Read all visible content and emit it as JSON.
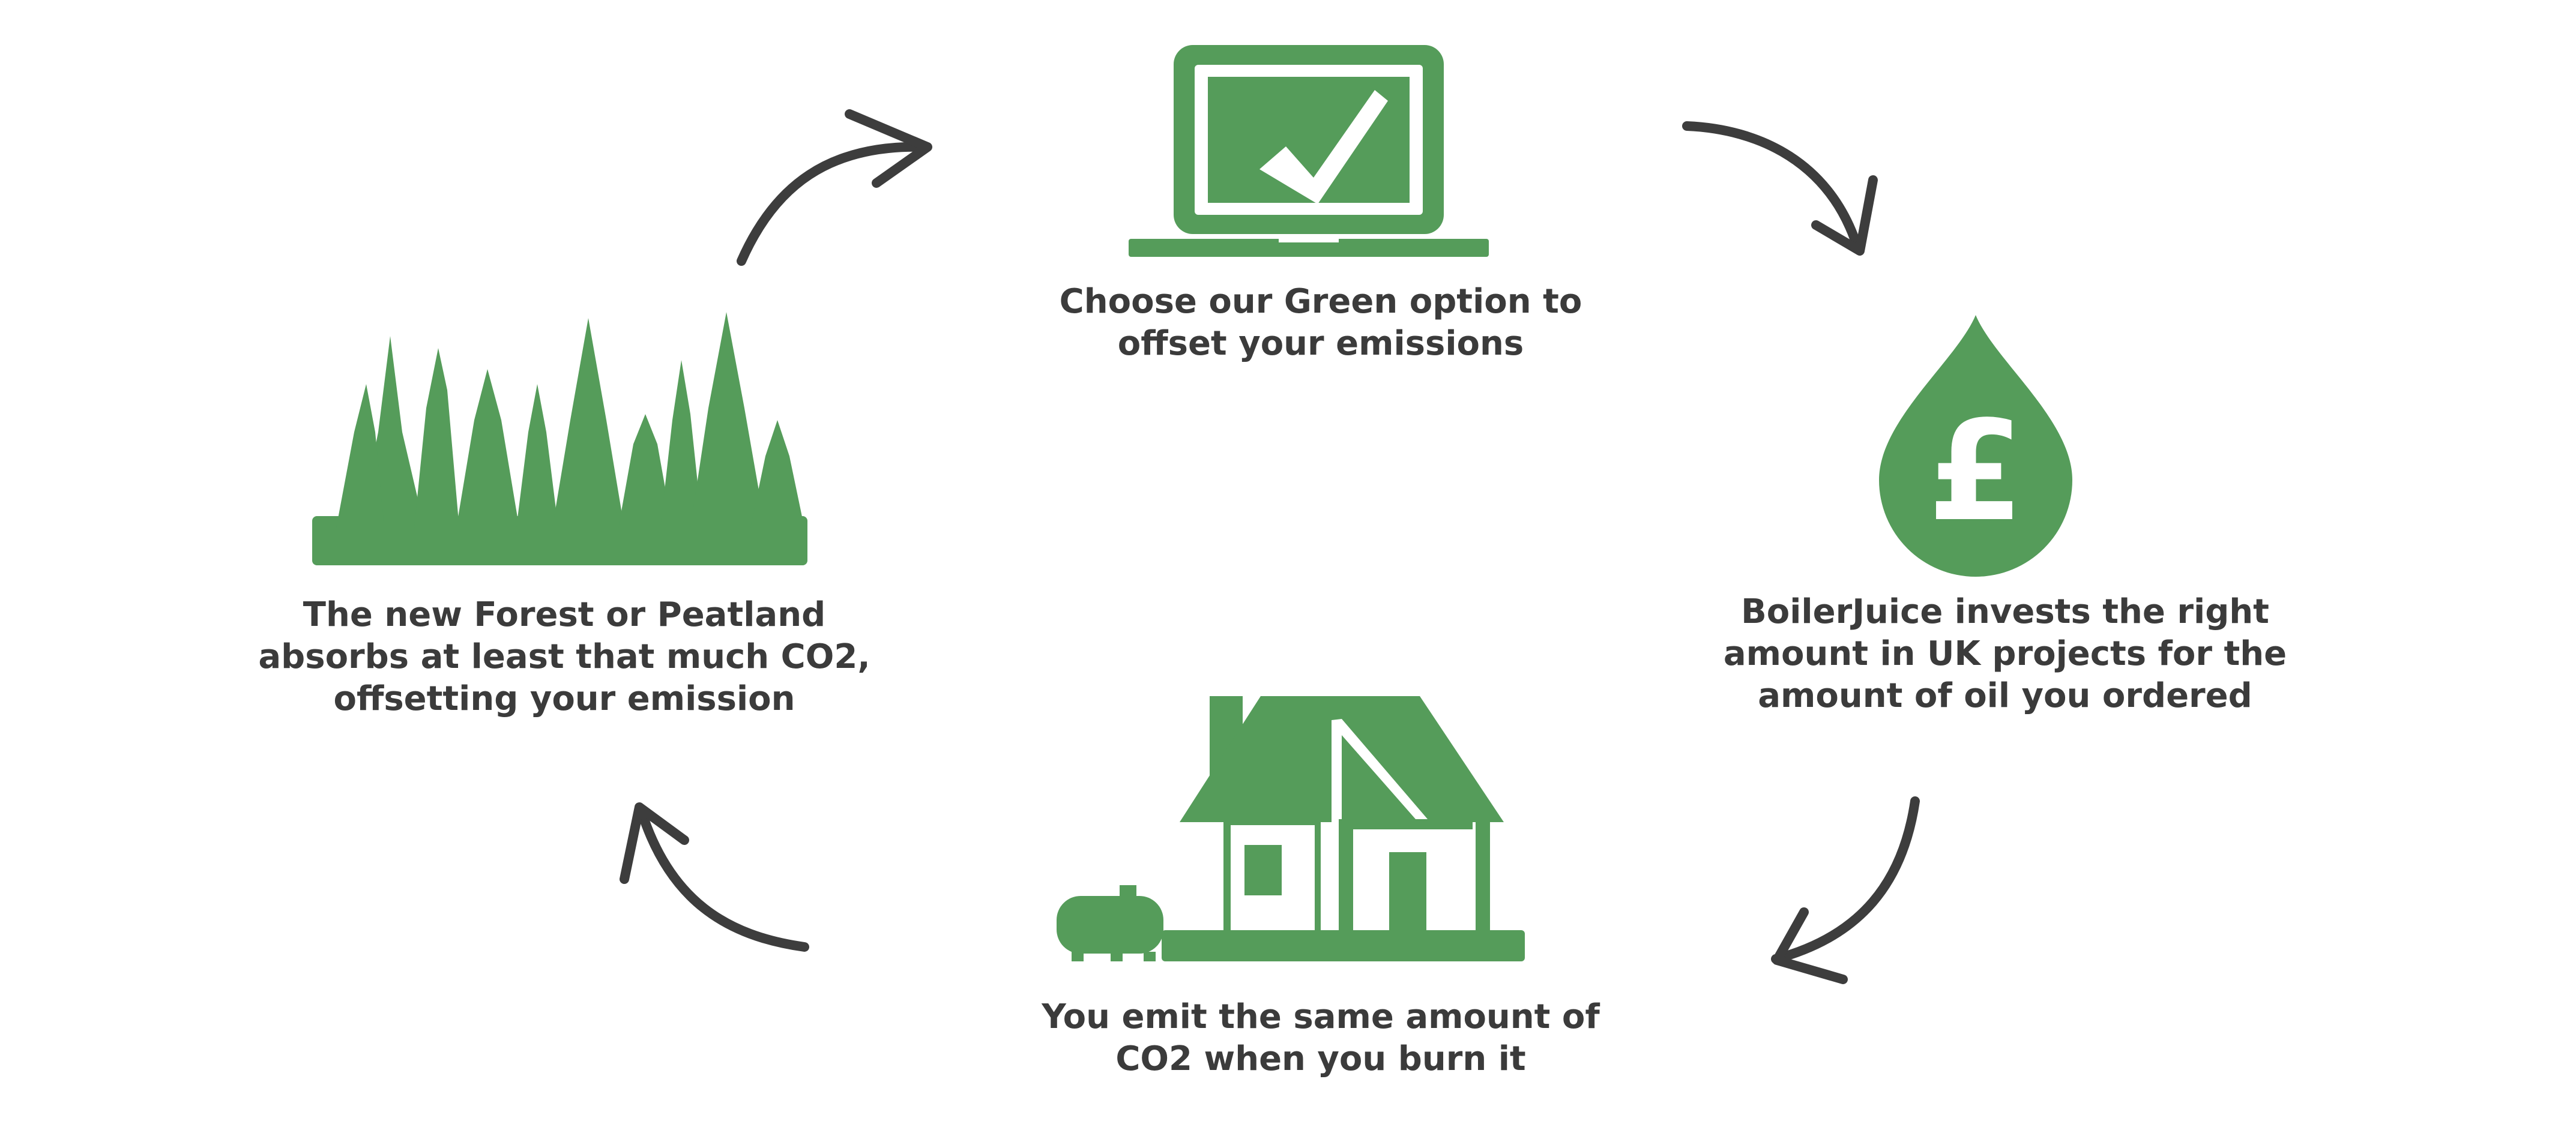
{
  "colors": {
    "icon_green": "#559c5a",
    "arrow_gray": "#3d3d3d",
    "text_gray": "#3b3b3b",
    "background": "#ffffff"
  },
  "steps": [
    {
      "id": "choose",
      "icon": "laptop-check-icon",
      "caption": "Choose our Green option to\noffset your emissions"
    },
    {
      "id": "invest",
      "icon": "pound-drop-icon",
      "caption": "BoilerJuice invests the right\namount in UK projects for the\namount of oil you ordered"
    },
    {
      "id": "emit",
      "icon": "house-oil-tank-icon",
      "caption": "You emit the same amount of\nCO2 when you burn it"
    },
    {
      "id": "forest",
      "icon": "forest-icon",
      "caption": "The new Forest or Peatland\nabsorbs at least that much CO2,\noffsetting your emission"
    }
  ],
  "cycle_arrows": [
    "arrow-forest-to-choose",
    "arrow-choose-to-invest",
    "arrow-invest-to-emit",
    "arrow-emit-to-forest"
  ],
  "icon_glyphs": {
    "pound": "£"
  }
}
